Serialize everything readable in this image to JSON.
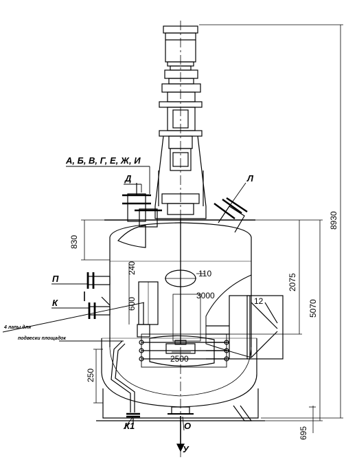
{
  "labels": {
    "group_top": "А, Б, В, Г, Е, Ж, И",
    "d": "Д",
    "l": "Л",
    "p": "П",
    "k": "К",
    "k1": "К1",
    "o": "О",
    "u": "У"
  },
  "notes": {
    "legs_line1": "4 лапы для",
    "legs_line2": "подвески площадок"
  },
  "dimensions": {
    "d830": "830",
    "d240": "240",
    "d600": "600",
    "d250": "250",
    "d110": "110",
    "d3000": "3000",
    "d12": "12",
    "d2500": "2500",
    "d2075": "2075",
    "d5070": "5070",
    "d8930": "8930",
    "d695": "695"
  }
}
